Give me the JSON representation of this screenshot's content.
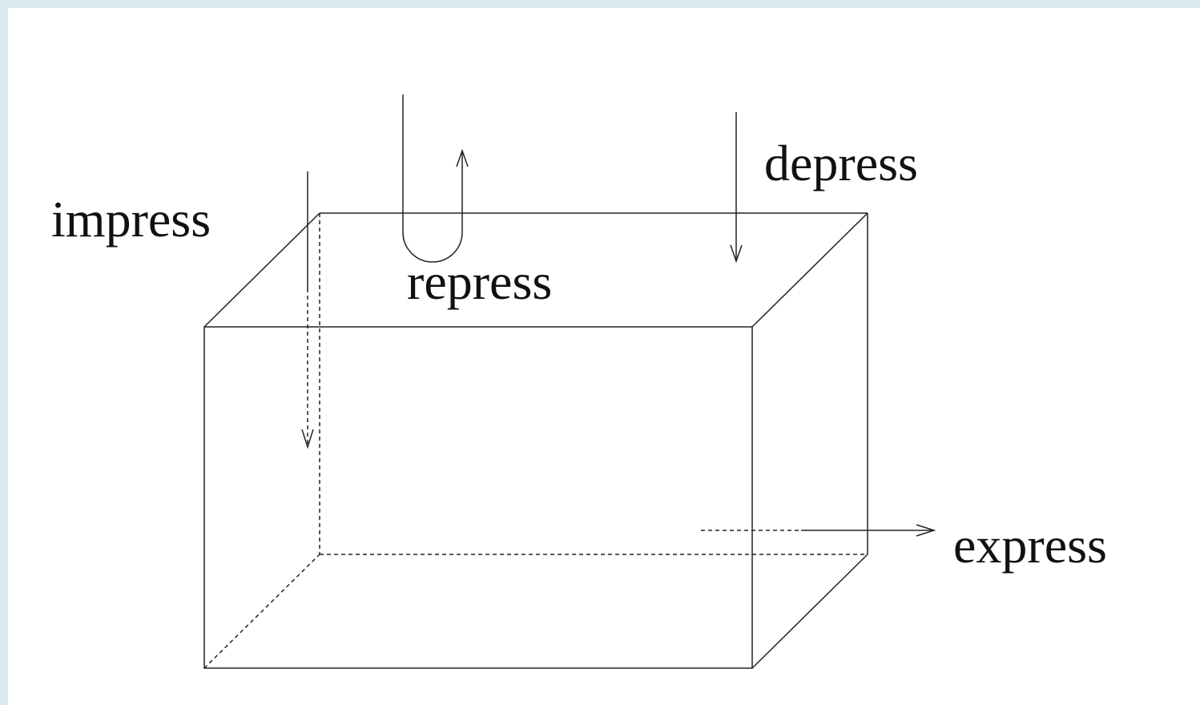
{
  "labels": {
    "impress": "impress",
    "repress": "repress",
    "depress": "depress",
    "express": "express"
  },
  "colors": {
    "background": "#d9ebee",
    "panel": "#ffffff",
    "ink": "#111111"
  }
}
